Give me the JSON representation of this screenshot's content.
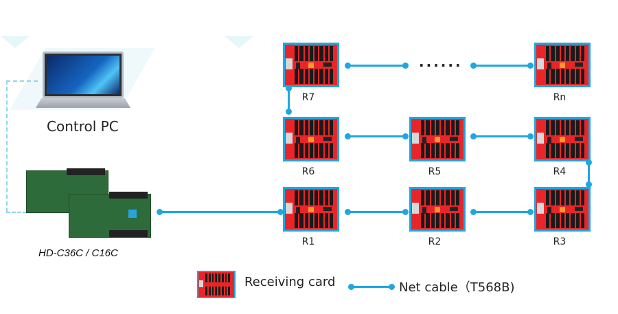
{
  "control_pc": {
    "label": "Control PC",
    "icon": "laptop-icon"
  },
  "controller": {
    "label": "HD-C36C / C16C",
    "icon": "controller-board-icon"
  },
  "receiving_cards": [
    {
      "id": "R7",
      "label": "R7"
    },
    {
      "id": "R6",
      "label": "R6"
    },
    {
      "id": "R1",
      "label": "R1"
    },
    {
      "id": "R5",
      "label": "R5"
    },
    {
      "id": "R2",
      "label": "R2"
    },
    {
      "id": "Rn",
      "label": "Rn"
    },
    {
      "id": "R4",
      "label": "R4"
    },
    {
      "id": "R3",
      "label": "R3"
    }
  ],
  "ellipsis": "......",
  "connections": [
    [
      "controller",
      "R1"
    ],
    [
      "R1",
      "R2"
    ],
    [
      "R2",
      "R3"
    ],
    [
      "R3",
      "R4"
    ],
    [
      "R4",
      "R5"
    ],
    [
      "R5",
      "R6"
    ],
    [
      "R6",
      "R7"
    ],
    [
      "R7",
      "..."
    ],
    [
      "...",
      "Rn"
    ]
  ],
  "legend": {
    "receiving_card": "Receiving card",
    "net_cable": "Net cable（T568B)"
  },
  "colors": {
    "cable": "#1ea7e0",
    "card_border": "#1ea7e0",
    "card_body": "#e8262a",
    "dashed_link": "#8fd6ec"
  }
}
